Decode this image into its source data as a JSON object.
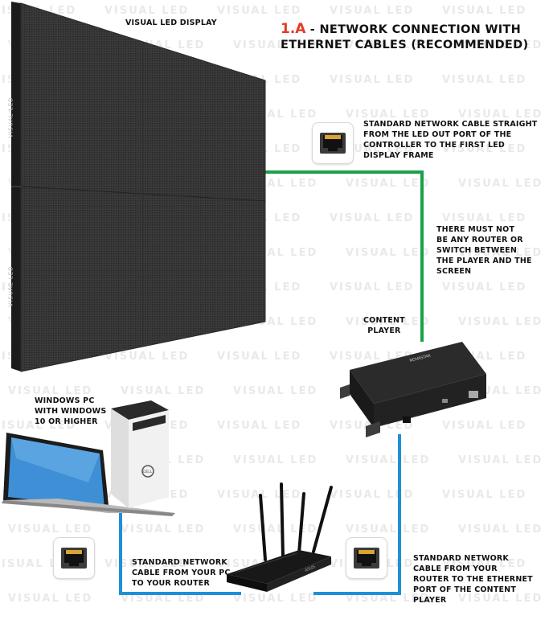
{
  "title": {
    "number": "1.A",
    "line1": " - NETWORK CONNECTION WITH",
    "line2": "ETHERNET CABLES (RECOMMENDED)"
  },
  "labels": {
    "display": "VISUAL LED DISPLAY",
    "cable_top": "STANDARD NETWORK CABLE STRAIGHT\nFROM THE LED OUT PORT OF THE\nCONTROLLER TO THE FIRST LED\nDISPLAY FRAME",
    "no_router": "THERE MUST NOT\nBE ANY ROUTER OR\nSWITCH BETWEEN\nTHE PLAYER AND THE\nSCREEN",
    "content_player": "CONTENT\nPLAYER",
    "windows_pc": "WINDOWS PC\nWITH WINDOWS\n10 OR HIGHER",
    "cable_pc": "STANDARD NETWORK\nCABLE FROM YOUR PC\nTO YOUR ROUTER",
    "cable_router": "STANDARD NETWORK\nCABLE FROM YOUR\nROUTER TO THE  ETHERNET\nPORT OF THE CONTENT\nPLAYER"
  },
  "branding": {
    "panel_brand": "VISUAL LED",
    "watermark": "VISUAL LED",
    "router_brand": "ASUS",
    "player_brand": "NOVASTAR",
    "pc_brand": "DELL"
  },
  "icons": [
    "led-display-icon",
    "laptop-icon",
    "desktop-tower-icon",
    "router-icon",
    "content-player-icon",
    "ethernet-port-icon"
  ],
  "colors": {
    "title_accent": "#e23b24",
    "cable_green": "#1aa14a",
    "cable_blue": "#1e90d8"
  }
}
